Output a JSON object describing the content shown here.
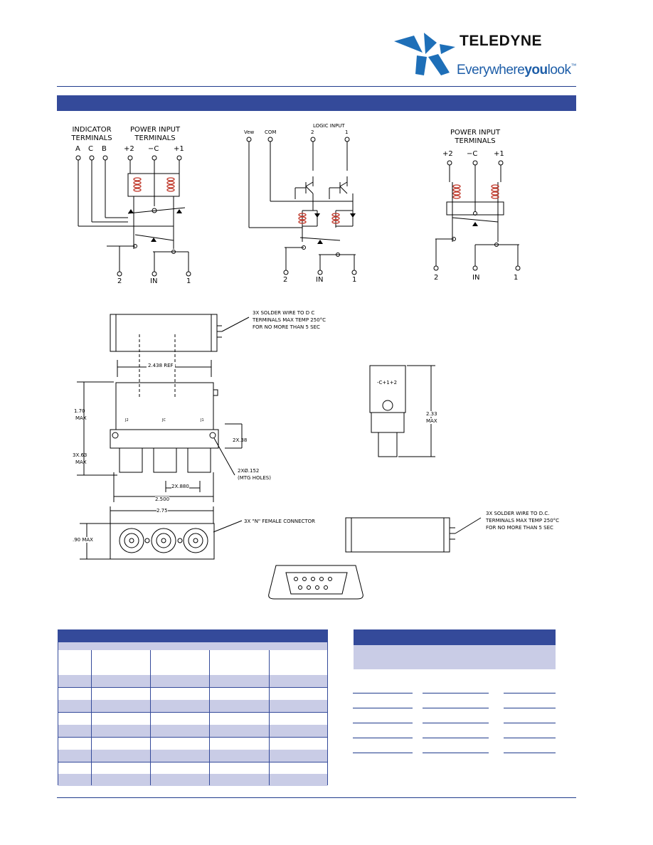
{
  "header": {
    "brand": "TELEDYNE",
    "tagline_a": "Everywhere",
    "tagline_b": "you",
    "tagline_c": "look",
    "tagline_tm": "™",
    "brand_color": "#344a9a",
    "tagline_color": "#1e5ea8"
  },
  "schematic1": {
    "indicator_title_1": "INDICATOR",
    "indicator_title_2": "TERMINALS",
    "power_title_1": "POWER INPUT",
    "power_title_2": "TERMINALS",
    "term_a": "A",
    "term_c": "C",
    "term_b": "B",
    "term_p2": "+2",
    "term_mc": "−C",
    "term_p1": "+1",
    "out_2": "2",
    "out_in": "IN",
    "out_1": "1"
  },
  "schematic2": {
    "logic_title": "LOGIC INPUT",
    "term_vew": "Vew",
    "term_com": "COM",
    "term_2": "2",
    "term_1": "1",
    "out_2": "2",
    "out_in": "IN",
    "out_1": "1"
  },
  "schematic3": {
    "power_title_1": "POWER  INPUT",
    "power_title_2": "TERMINALS",
    "term_p2": "+2",
    "term_mc": "−C",
    "term_p1": "+1",
    "out_2": "2",
    "out_in": "IN",
    "out_1": "1"
  },
  "drawing": {
    "solder_note_1_l1": "3X SOLDER WIRE TO D C",
    "solder_note_1_l2": "TERMINALS MAX TEMP 250°C",
    "solder_note_1_l3": "FOR NO MORE THAN 5 SEC",
    "dim_2438": "2.438 REF",
    "dim_170_a": "1.70",
    "dim_170_b": "MAX",
    "dim_063_a": "3X.63",
    "dim_063_b": "MAX",
    "dim_038": "2X.38",
    "dim_holes_a": "2XØ.152",
    "dim_holes_b": "(MTG HOLES)",
    "dim_0880": "2X.880",
    "dim_2500": "2.500",
    "dim_275": "2.75",
    "dim_090": ".90 MAX",
    "connector_note": "3X \"N\" FEMALE CONNECTOR",
    "dim_233_a": "2.33",
    "dim_233_b": "MAX",
    "side_label": "-C+1+2",
    "solder_note_2_l1": "3X SOLDER WIRE TO D.C.",
    "solder_note_2_l2": "TERMINALS MAX TEMP 250°C",
    "solder_note_2_l3": "FOR NO MORE THAN 5 SEC",
    "port_j2": "J2",
    "port_jc": "JC",
    "port_j1": "J1"
  }
}
